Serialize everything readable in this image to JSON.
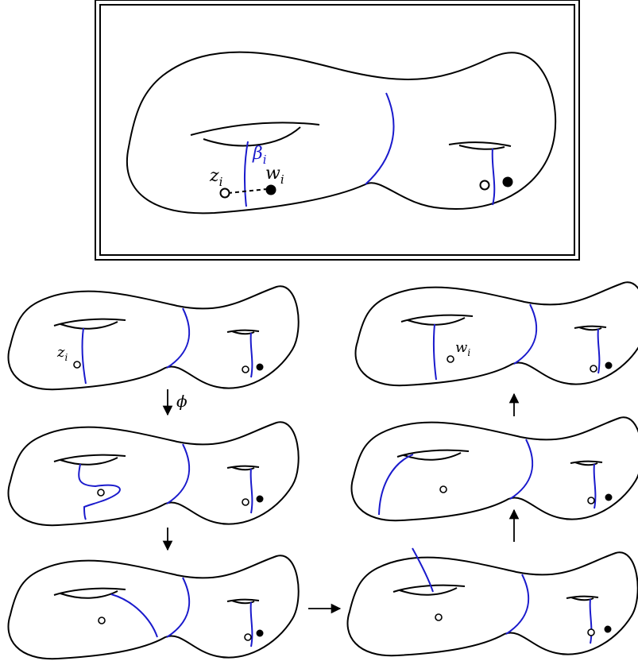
{
  "labels": {
    "beta": "β",
    "beta_sub": "i",
    "z": "z",
    "z_sub": "i",
    "w": "w",
    "w_sub": "i",
    "phi": "ϕ"
  },
  "colors": {
    "outline": "#000000",
    "curve": "#1a1acc",
    "background": "#ffffff"
  },
  "panels": [
    {
      "id": "main",
      "description_markers": [
        "z_i",
        "w_i",
        "beta_i"
      ]
    },
    {
      "id": "step-1",
      "marker": "z_i"
    },
    {
      "id": "step-2"
    },
    {
      "id": "step-3"
    },
    {
      "id": "step-4"
    },
    {
      "id": "step-5"
    },
    {
      "id": "step-6",
      "marker": "w_i"
    }
  ]
}
